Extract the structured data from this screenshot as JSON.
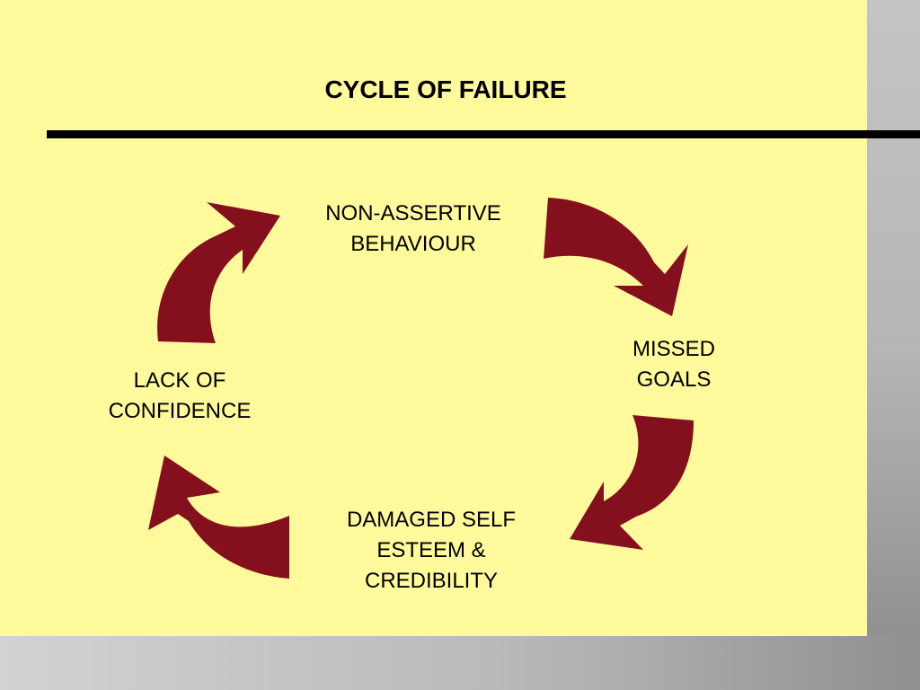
{
  "colors": {
    "background": "#fffa9c",
    "arrow": "#85101d",
    "text": "#000000"
  },
  "diagram": {
    "title": "CYCLE OF FAILURE",
    "nodes": [
      {
        "id": "top",
        "label": "NON-ASSERTIVE\nBEHAVIOUR"
      },
      {
        "id": "right",
        "label": "MISSED\nGOALS"
      },
      {
        "id": "bottom",
        "label": "DAMAGED SELF\nESTEEM &\nCREDIBILITY"
      },
      {
        "id": "left",
        "label": "LACK OF\nCONFIDENCE"
      }
    ]
  }
}
